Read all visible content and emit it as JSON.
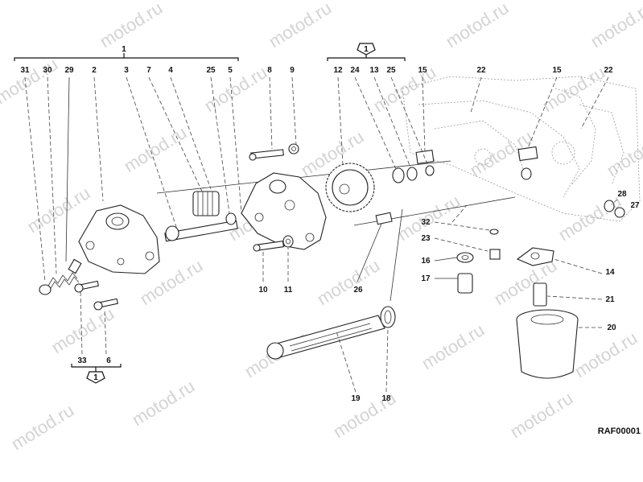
{
  "watermark": "motod.ru",
  "reference": "RAF00001",
  "groups": [
    {
      "id": "top-left",
      "number": "1",
      "boxed": false
    },
    {
      "id": "top-mid",
      "number": "1",
      "boxed": true
    },
    {
      "id": "bottom-left",
      "number": "1",
      "boxed": true
    }
  ],
  "callouts": [
    "31",
    "30",
    "29",
    "2",
    "3",
    "7",
    "4",
    "25",
    "5",
    "8",
    "9",
    "12",
    "24",
    "13",
    "25",
    "15",
    "22",
    "15",
    "22",
    "28",
    "27",
    "32",
    "23",
    "16",
    "17",
    "14",
    "21",
    "20",
    "10",
    "11",
    "26",
    "19",
    "18",
    "33",
    "6"
  ]
}
